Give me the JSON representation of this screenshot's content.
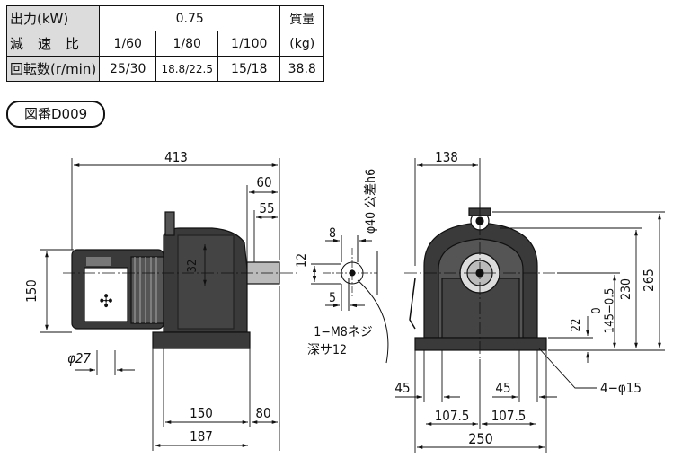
{
  "spec_table": {
    "row_power": {
      "label": "出力(kW)",
      "value": "0.75"
    },
    "mass_header": "質量",
    "row_ratio": {
      "label": "減速比",
      "values": [
        "1/60",
        "1/80",
        "1/100"
      ],
      "unit": "(kg)"
    },
    "row_speed": {
      "label": "回転数(r/min)",
      "values": [
        "25/30",
        "18.8/22.5",
        "15/18"
      ],
      "mass": "38.8"
    }
  },
  "figure_label": "図番D009",
  "dimensions": {
    "overall_length": "413",
    "shaft_length": "60",
    "shaft_key_length": "55",
    "height_150": "150",
    "dim_32": "32",
    "motor_dia": "φ27",
    "base_150": "150",
    "base_80": "80",
    "base_187": "187",
    "shaft_8": "8",
    "shaft_12": "12",
    "shaft_5": "5",
    "shaft_dia_tol": "φ40 公差h6",
    "tap_note": "1−M8ネジ",
    "tap_depth": "深サ12",
    "front_138": "138",
    "front_265": "265",
    "front_230": "230",
    "front_tol": "0\n145−0.5",
    "front_22": "22",
    "front_45_left": "45",
    "front_45_right": "45",
    "front_1075_left": "107.5",
    "front_1075_right": "107.5",
    "front_250": "250",
    "hole_note": "4−φ15"
  }
}
